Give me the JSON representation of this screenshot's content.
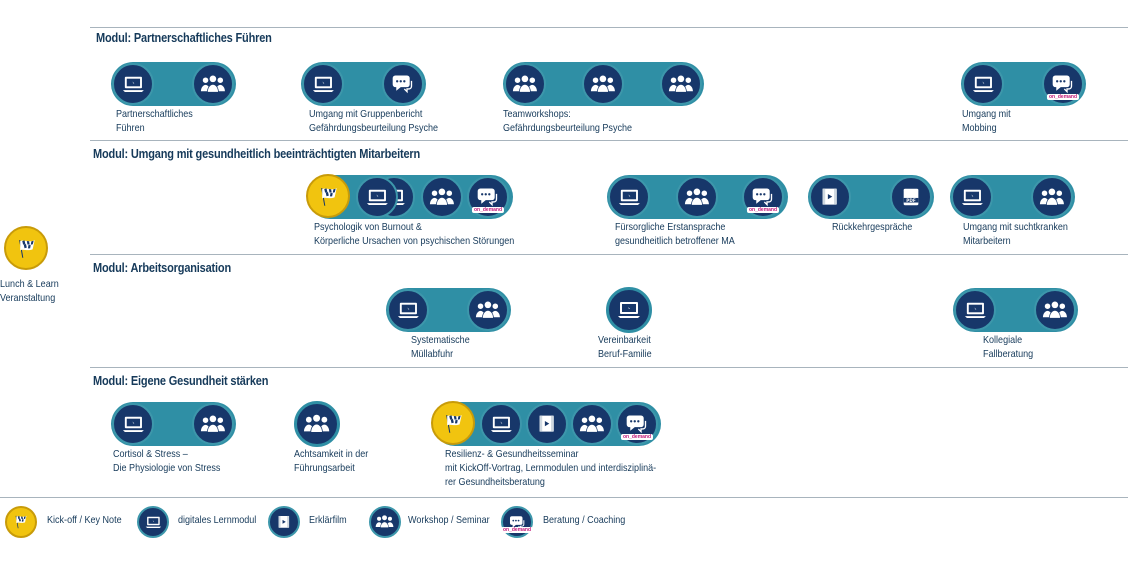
{
  "modules": [
    {
      "title": "Modul: Partnerschaftliches Führen",
      "items": [
        {
          "label_lines": [
            "Partnerschaftliches",
            "Führen"
          ]
        },
        {
          "label_lines": [
            "Umgang mit Gruppenbericht",
            "Gefährdungsbeurteilung Psyche"
          ]
        },
        {
          "label_lines": [
            "Teamworkshops:",
            "Gefährdungsbeurteilung Psyche"
          ]
        },
        {
          "label_lines": [
            "Umgang mit",
            "Mobbing"
          ]
        }
      ]
    },
    {
      "title": "Modul: Umgang mit gesundheitlich beeinträchtigten Mitarbeitern",
      "items": [
        {
          "label_lines": [
            "Psychologik von Burnout &",
            "Körperliche Ursachen von psychischen Störungen"
          ]
        },
        {
          "label_lines": [
            "Fürsorgliche Erstansprache",
            "gesundheitlich betroffener MA"
          ]
        },
        {
          "label_lines": [
            "Rückkehrgespräche"
          ]
        },
        {
          "label_lines": [
            "Umgang mit suchtkranken",
            "Mitarbeitern"
          ]
        }
      ]
    },
    {
      "title": "Modul: Arbeitsorganisation",
      "items": [
        {
          "label_lines": [
            "Systematische",
            "Müllabfuhr"
          ]
        },
        {
          "label_lines": [
            "Vereinbarkeit",
            "Beruf-Familie"
          ]
        },
        {
          "label_lines": [
            "Kollegiale",
            "Fallberatung"
          ]
        }
      ]
    },
    {
      "title": "Modul: Eigene Gesundheit stärken",
      "items": [
        {
          "label_lines": [
            "Cortisol & Stress –",
            "Die Physiologie von Stress"
          ]
        },
        {
          "label_lines": [
            "Achtsamkeit in der",
            "Führungsarbeit"
          ]
        },
        {
          "label_lines": [
            "Resilienz- & Gesundheitsseminar",
            "mit KickOff-Vortrag, Lernmodulen und interdisziplinä-",
            "rer Gesundheitsberatung"
          ]
        }
      ]
    }
  ],
  "side_event": {
    "label_lines": [
      "Lunch & Learn",
      "Veranstaltung"
    ],
    "icon": "checkered-flag-icon"
  },
  "badge_text": "on_demand",
  "legend": [
    {
      "icon": "checkered-flag-icon",
      "label": "Kick-off / Key Note"
    },
    {
      "icon": "laptop-icon",
      "label": "digitales Lernmodul"
    },
    {
      "icon": "video-icon",
      "label": "Erklärfilm"
    },
    {
      "icon": "group-icon",
      "label": "Workshop / Seminar"
    },
    {
      "icon": "speech-bubble-icon",
      "label": "Beratung / Coaching"
    }
  ],
  "colors": {
    "pill": "#2f8fa5",
    "circle": "#17376a",
    "kickoff": "#f1c40f",
    "title": "#163a5a",
    "badge_text": "#c2187a"
  }
}
